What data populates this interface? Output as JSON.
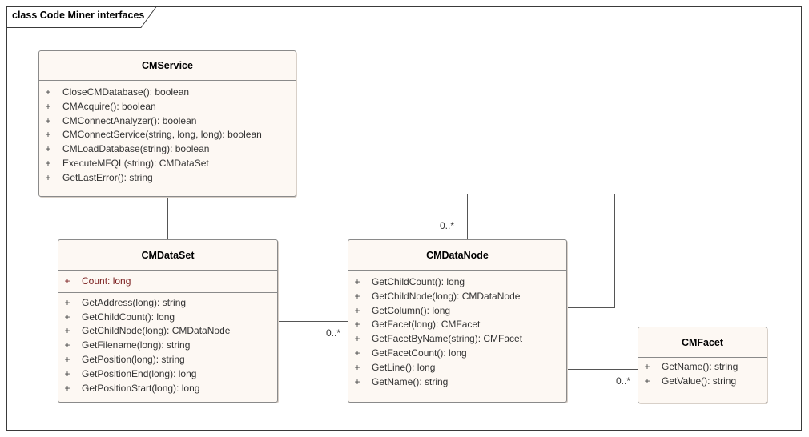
{
  "diagram": {
    "title": "class Code Miner interfaces",
    "classes": {
      "cmservice": {
        "name": "CMService",
        "operations": [
          {
            "vis": "+",
            "sig": "CloseCMDatabase(): boolean"
          },
          {
            "vis": "+",
            "sig": "CMAcquire(): boolean"
          },
          {
            "vis": "+",
            "sig": "CMConnectAnalyzer(): boolean"
          },
          {
            "vis": "+",
            "sig": "CMConnectService(string, long, long): boolean"
          },
          {
            "vis": "+",
            "sig": "CMLoadDatabase(string): boolean"
          },
          {
            "vis": "+",
            "sig": "ExecuteMFQL(string): CMDataSet"
          },
          {
            "vis": "+",
            "sig": "GetLastError(): string"
          }
        ]
      },
      "cmdataset": {
        "name": "CMDataSet",
        "attributes": [
          {
            "vis": "+",
            "sig": "Count: long"
          }
        ],
        "operations": [
          {
            "vis": "+",
            "sig": "GetAddress(long): string"
          },
          {
            "vis": "+",
            "sig": "GetChildCount(): long"
          },
          {
            "vis": "+",
            "sig": "GetChildNode(long): CMDataNode"
          },
          {
            "vis": "+",
            "sig": "GetFilename(long): string"
          },
          {
            "vis": "+",
            "sig": "GetPosition(long): string"
          },
          {
            "vis": "+",
            "sig": "GetPositionEnd(long): long"
          },
          {
            "vis": "+",
            "sig": "GetPositionStart(long): long"
          }
        ]
      },
      "cmdatanode": {
        "name": "CMDataNode",
        "operations": [
          {
            "vis": "+",
            "sig": "GetChildCount(): long"
          },
          {
            "vis": "+",
            "sig": "GetChildNode(long): CMDataNode"
          },
          {
            "vis": "+",
            "sig": "GetColumn(): long"
          },
          {
            "vis": "+",
            "sig": "GetFacet(long): CMFacet"
          },
          {
            "vis": "+",
            "sig": "GetFacetByName(string): CMFacet"
          },
          {
            "vis": "+",
            "sig": "GetFacetCount(): long"
          },
          {
            "vis": "+",
            "sig": "GetLine(): long"
          },
          {
            "vis": "+",
            "sig": "GetName(): string"
          }
        ]
      },
      "cmfacet": {
        "name": "CMFacet",
        "operations": [
          {
            "vis": "+",
            "sig": "GetName(): string"
          },
          {
            "vis": "+",
            "sig": "GetValue(): string"
          }
        ]
      }
    },
    "multiplicities": {
      "self_assoc": "0..*",
      "dataset_to_node": "0..*",
      "node_to_facet": "0..*"
    }
  }
}
